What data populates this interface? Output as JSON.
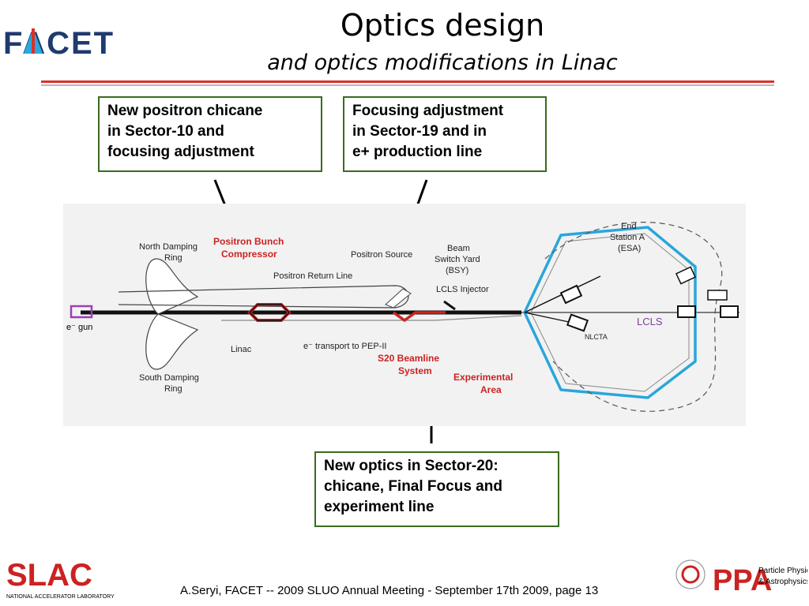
{
  "header": {
    "logo_text": "FACET",
    "title": "Optics design",
    "subtitle": "and optics modifications in Linac"
  },
  "callouts": {
    "positron_chicane": "New positron chicane\nin Sector-10 and\nfocusing adjustment",
    "focusing_adjustment": "Focusing adjustment\nin Sector-19 and in\ne+ production line",
    "new_optics": "New optics in Sector-20:\nchicane, Final Focus and\nexperiment line"
  },
  "diagram": {
    "north_damping_ring": "North Damping\nRing",
    "south_damping_ring": "South Damping\nRing",
    "positron_bunch_compressor": "Positron Bunch\nCompressor",
    "positron_return_line": "Positron Return Line",
    "positron_source": "Positron Source",
    "beam_switch_yard": "Beam\nSwitch Yard\n(BSY)",
    "lcls_injector": "LCLS Injector",
    "e_gun": "e⁻ gun",
    "linac": "Linac",
    "e_transport": "e⁻ transport to PEP-II",
    "s20_beamline": "S20 Beamline\nSystem",
    "experimental_area": "Experimental\nArea",
    "end_station_a": "End\nStation A\n(ESA)",
    "nlcta": "NLCTA",
    "lcls": "LCLS"
  },
  "footer": {
    "citation": "A.Seryi, FACET  -- 2009 SLUO Annual Meeting - September 17th 2009, page 13",
    "slac_logo_text": "SLAC",
    "slac_logo_subtext": "NATIONAL ACCELERATOR LABORATORY",
    "ppa_logo_text": "PPA",
    "ppa_logo_subtext": "Particle Physics\n& Astrophysics"
  },
  "colors": {
    "accent_red": "#d9322a",
    "callout_border": "#3a6b1e",
    "highlight_red": "#cc2222",
    "ring_blue": "#29a6db",
    "lcls_purple": "#7b3fa0"
  }
}
